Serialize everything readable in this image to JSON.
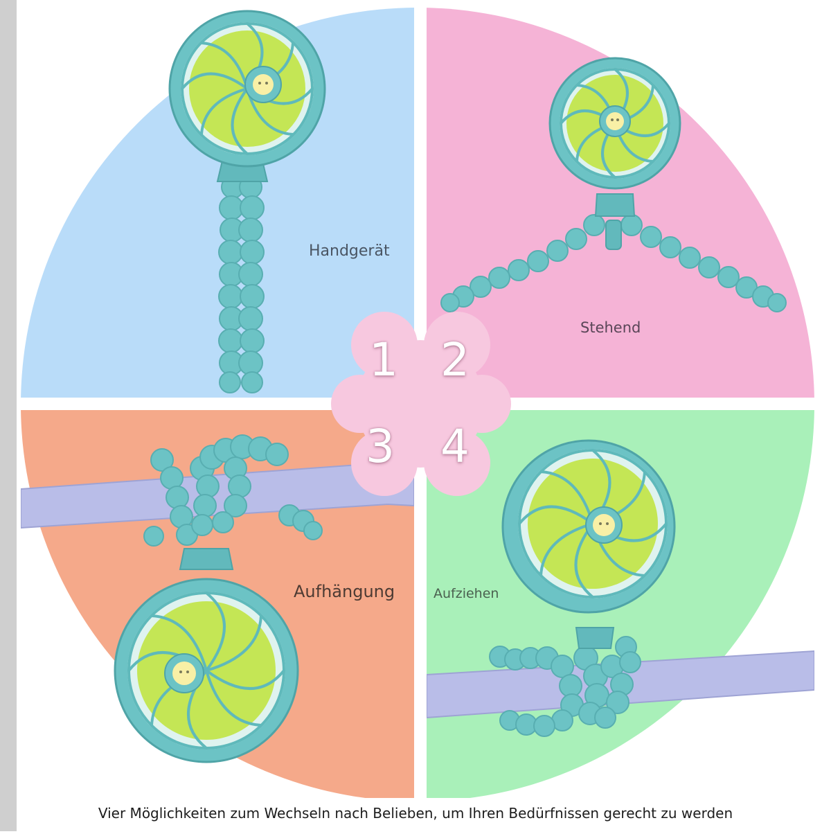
{
  "modes": [
    {
      "number": "1",
      "label": "Handgerät"
    },
    {
      "number": "2",
      "label": "Stehend"
    },
    {
      "number": "3",
      "label": "Aufhängung"
    },
    {
      "number": "4",
      "label": "Aufziehen"
    }
  ],
  "caption": "Vier Möglichkeiten zum Wechseln nach Belieben, um Ihren Bedürfnissen gerecht zu werden",
  "colors": {
    "quadrant_1": "#b9dcf9",
    "quadrant_2": "#f5b3d6",
    "quadrant_3": "#f5a98a",
    "quadrant_4": "#a9f0b9",
    "fan_body": "#6cc3c5",
    "fan_blade": "#c4e655",
    "badge": "#f7c8df",
    "rail": "#b9bde8"
  }
}
